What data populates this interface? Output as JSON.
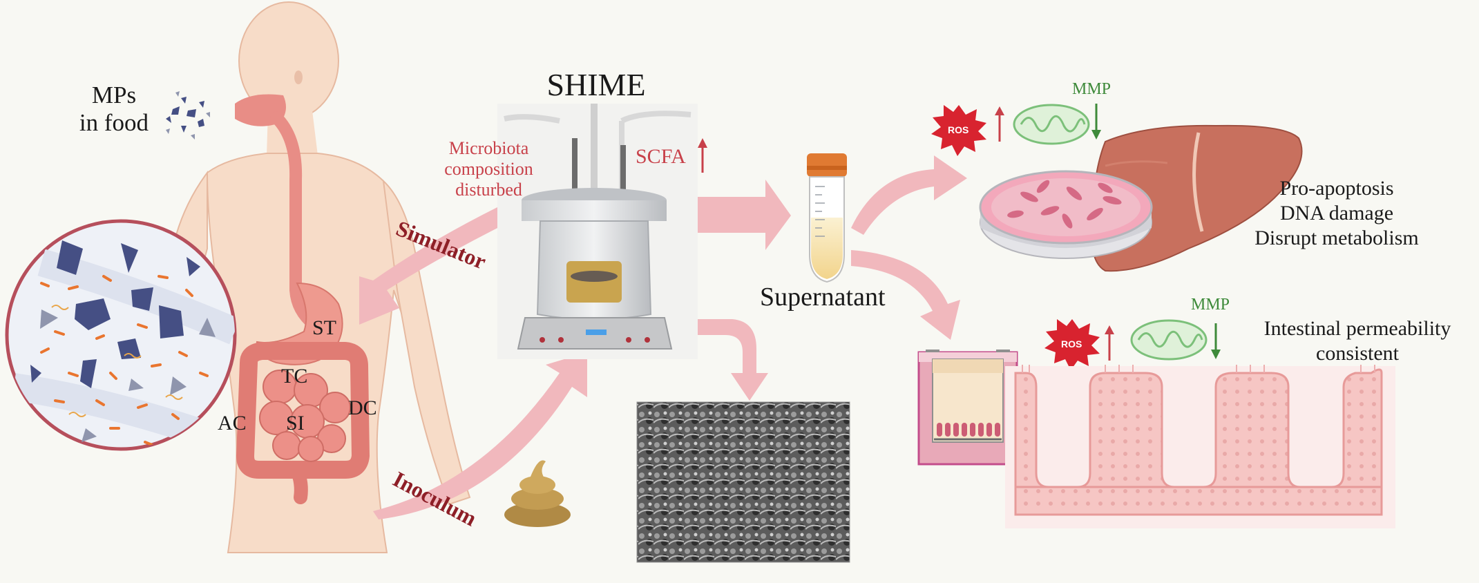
{
  "labels": {
    "mps_in_food": [
      "MPs",
      "in food"
    ],
    "shime": "SHIME",
    "microbiota": [
      "Microbiota",
      "composition",
      "disturbed"
    ],
    "scfa": "SCFA",
    "simulator": "Simulator",
    "inoculum": "Inoculum",
    "supernatant": "Supernatant",
    "organs": {
      "st": "ST",
      "tc": "TC",
      "ac": "AC",
      "si": "SI",
      "dc": "DC"
    },
    "ros_top": "ROS",
    "mmp_top": "MMP",
    "liver_effects": [
      "Pro-apoptosis",
      "DNA damage",
      "Disrupt metabolism"
    ],
    "ros_bottom": "ROS",
    "mmp_bottom": "MMP",
    "intestine_effects": [
      "Intestinal permeability",
      "consistent"
    ]
  },
  "colors": {
    "background": "#f8f8f3",
    "skin": "#f7dcc8",
    "skin_outline": "#e6b9a0",
    "gut": "#e88d86",
    "arrow": "#f1b8bd",
    "darkred_text": "#8e1f27",
    "red_text": "#c8414a",
    "green_text": "#3e8a3a",
    "ros": "#d8232f",
    "liver": "#c8705e",
    "dish": "#e895a8",
    "intestine_wall": "#f6c6c4"
  },
  "icons": [
    "body-icon",
    "microplastic-icon",
    "zoom-circle-icon",
    "bioreactor-icon",
    "poop-icon",
    "sem-image-icon",
    "tube-icon",
    "ros-burst-icon",
    "mitochondrion-icon",
    "liver-icon",
    "petri-dish-icon",
    "transwell-icon",
    "villi-icon",
    "up-arrow-icon",
    "down-arrow-icon"
  ]
}
